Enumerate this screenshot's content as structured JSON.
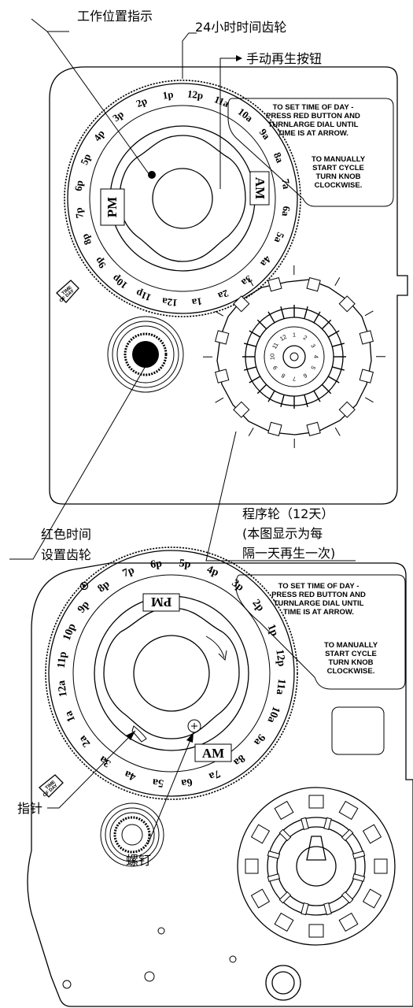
{
  "callouts": {
    "service_position": "工作位置指示",
    "gear_24h": "24小时时间齿轮",
    "manual_regen_knob": "手动再生按钮",
    "red_time_gear_line1": "红色时间",
    "red_time_gear_line2": "设置齿轮",
    "program_wheel_line1": "程序轮（12天）",
    "program_wheel_line2": "(本图显示为每",
    "program_wheel_line3": "隔一天再生一次)",
    "pointer": "指针",
    "screw": "螺钉"
  },
  "notes": {
    "set_time_line1": "TO SET TIME OF DAY -",
    "set_time_line2": "PRESS RED BUTTON AND",
    "set_time_line3": "TURNLARGE DIAL UNTIL",
    "set_time_line4": "TIME IS AT ARROW.",
    "manual_line1": "TO MANUALLY",
    "manual_line2": "START CYCLE",
    "manual_line3": "TURN KNOB",
    "manual_line4": "CLOCKWISE."
  },
  "time_of_day_tag": {
    "line1": "TIME",
    "line2": "OF DAY"
  },
  "dial": {
    "pm_label": "PM",
    "am_label": "AM",
    "hours": [
      "12a",
      "1a",
      "2a",
      "3a",
      "4a",
      "5a",
      "6a",
      "7a",
      "8a",
      "9a",
      "10a",
      "11a",
      "12p",
      "1p",
      "2p",
      "3p",
      "4p",
      "5p",
      "6p",
      "7p",
      "8p",
      "9p",
      "10p",
      "11p"
    ]
  },
  "program_wheel": {
    "days": [
      "1",
      "2",
      "3",
      "4",
      "5",
      "6",
      "7",
      "8",
      "9",
      "10",
      "11",
      "12"
    ]
  }
}
